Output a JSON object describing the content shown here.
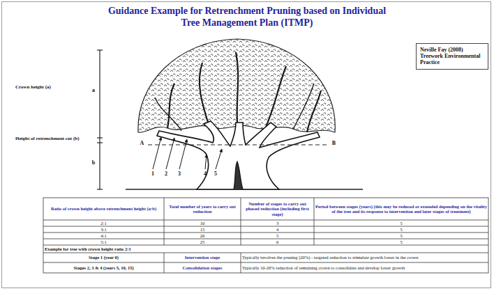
{
  "diagram": {
    "title": "Guidance Example for Retrenchment Pruning based on Individual Tree Management Plan (ITMP)",
    "nodes": [
      {
        "text": [
          "Neville Fay (2008) Treework Environmental Practice"
        ]
      }
    ],
    "labels": [
      "Crown height (a)",
      "a",
      "Height of retrenchment cut (b)",
      "b",
      "A",
      "B",
      "1",
      "2",
      "3",
      "4",
      "5",
      "Ratio of crown height above retrenchment height (a:b)",
      "Total number of years to carry out reduction",
      "Number of stages to carry out phased reduction (including first stage)",
      "Period between stages (years) (this may be reduced or extended depending on the vitality of the tree and its response to intervention and later stages of treatment)",
      "2:1",
      "10",
      "3",
      "5",
      "3:1",
      "15",
      "4",
      "5",
      "4:1",
      "20",
      "5",
      "5",
      "5:1",
      "25",
      "6",
      "5",
      "Example for tree with crown height ratio 2:1",
      "Stage 1 (year 0)",
      "Intervention stage",
      "Typically involves the pruning (20%) - targeted reduction to stimulate growth lower in the crown",
      "Stages 2, 3 & 4 (years 5, 10, 15)",
      "Consolidation stages",
      "Typically 10-20% reduction of remaining crown to consolidate and develop lower growth"
    ]
  }
}
